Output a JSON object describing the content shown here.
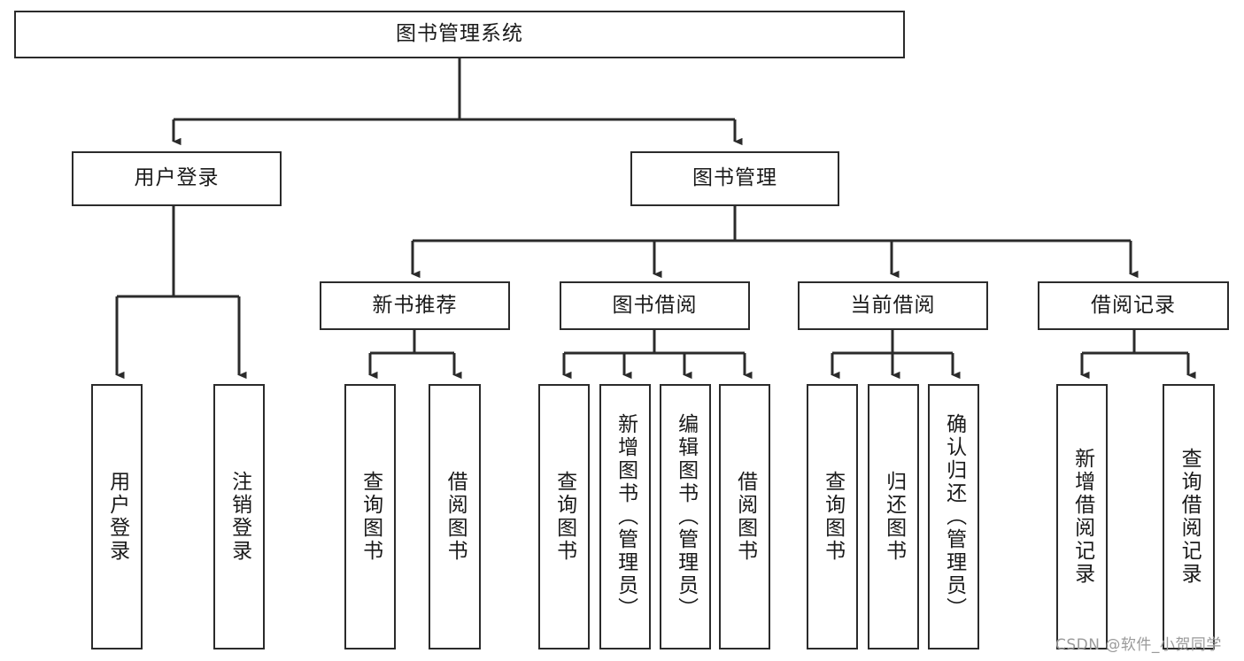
{
  "diagram": {
    "title": "图书管理系统",
    "type": "tree-hierarchy",
    "root": {
      "id": "root",
      "label": "图书管理系统"
    },
    "level1": [
      {
        "id": "user-login",
        "label": "用户登录"
      },
      {
        "id": "book-manage",
        "label": "图书管理"
      }
    ],
    "level2": [
      {
        "id": "new-book-recommend",
        "label": "新书推荐",
        "parent": "book-manage"
      },
      {
        "id": "book-borrow",
        "label": "图书借阅",
        "parent": "book-manage"
      },
      {
        "id": "current-borrow",
        "label": "当前借阅",
        "parent": "book-manage"
      },
      {
        "id": "borrow-record",
        "label": "借阅记录",
        "parent": "book-manage"
      }
    ],
    "leaves": [
      {
        "id": "leaf-user-login",
        "label": "用户登录",
        "parent": "user-login"
      },
      {
        "id": "leaf-user-logout",
        "label": "注销登录",
        "parent": "user-login"
      },
      {
        "id": "leaf-query-book-rec",
        "label": "查询图书",
        "parent": "new-book-recommend"
      },
      {
        "id": "leaf-borrow-book-rec",
        "label": "借阅图书",
        "parent": "new-book-recommend"
      },
      {
        "id": "leaf-query-book-bor",
        "label": "查询图书",
        "parent": "book-borrow"
      },
      {
        "id": "leaf-add-book",
        "label": "新增图书（管理员）",
        "parent": "book-borrow"
      },
      {
        "id": "leaf-edit-book",
        "label": "编辑图书（管理员）",
        "parent": "book-borrow"
      },
      {
        "id": "leaf-borrow-book-bor",
        "label": "借阅图书",
        "parent": "book-borrow"
      },
      {
        "id": "leaf-query-book-cur",
        "label": "查询图书",
        "parent": "current-borrow"
      },
      {
        "id": "leaf-return-book",
        "label": "归还图书",
        "parent": "current-borrow"
      },
      {
        "id": "leaf-confirm-return",
        "label": "确认归还（管理员）",
        "parent": "current-borrow"
      },
      {
        "id": "leaf-add-record",
        "label": "新增借阅记录",
        "parent": "borrow-record"
      },
      {
        "id": "leaf-query-record",
        "label": "查询借阅记录",
        "parent": "borrow-record"
      }
    ]
  },
  "watermark": {
    "text": "CSDN @软件_小贺同学"
  },
  "colors": {
    "stroke": "#2b2b2b",
    "fill": "#ffffff",
    "text": "#1a1a1a",
    "watermark": "#9a9a9a"
  }
}
